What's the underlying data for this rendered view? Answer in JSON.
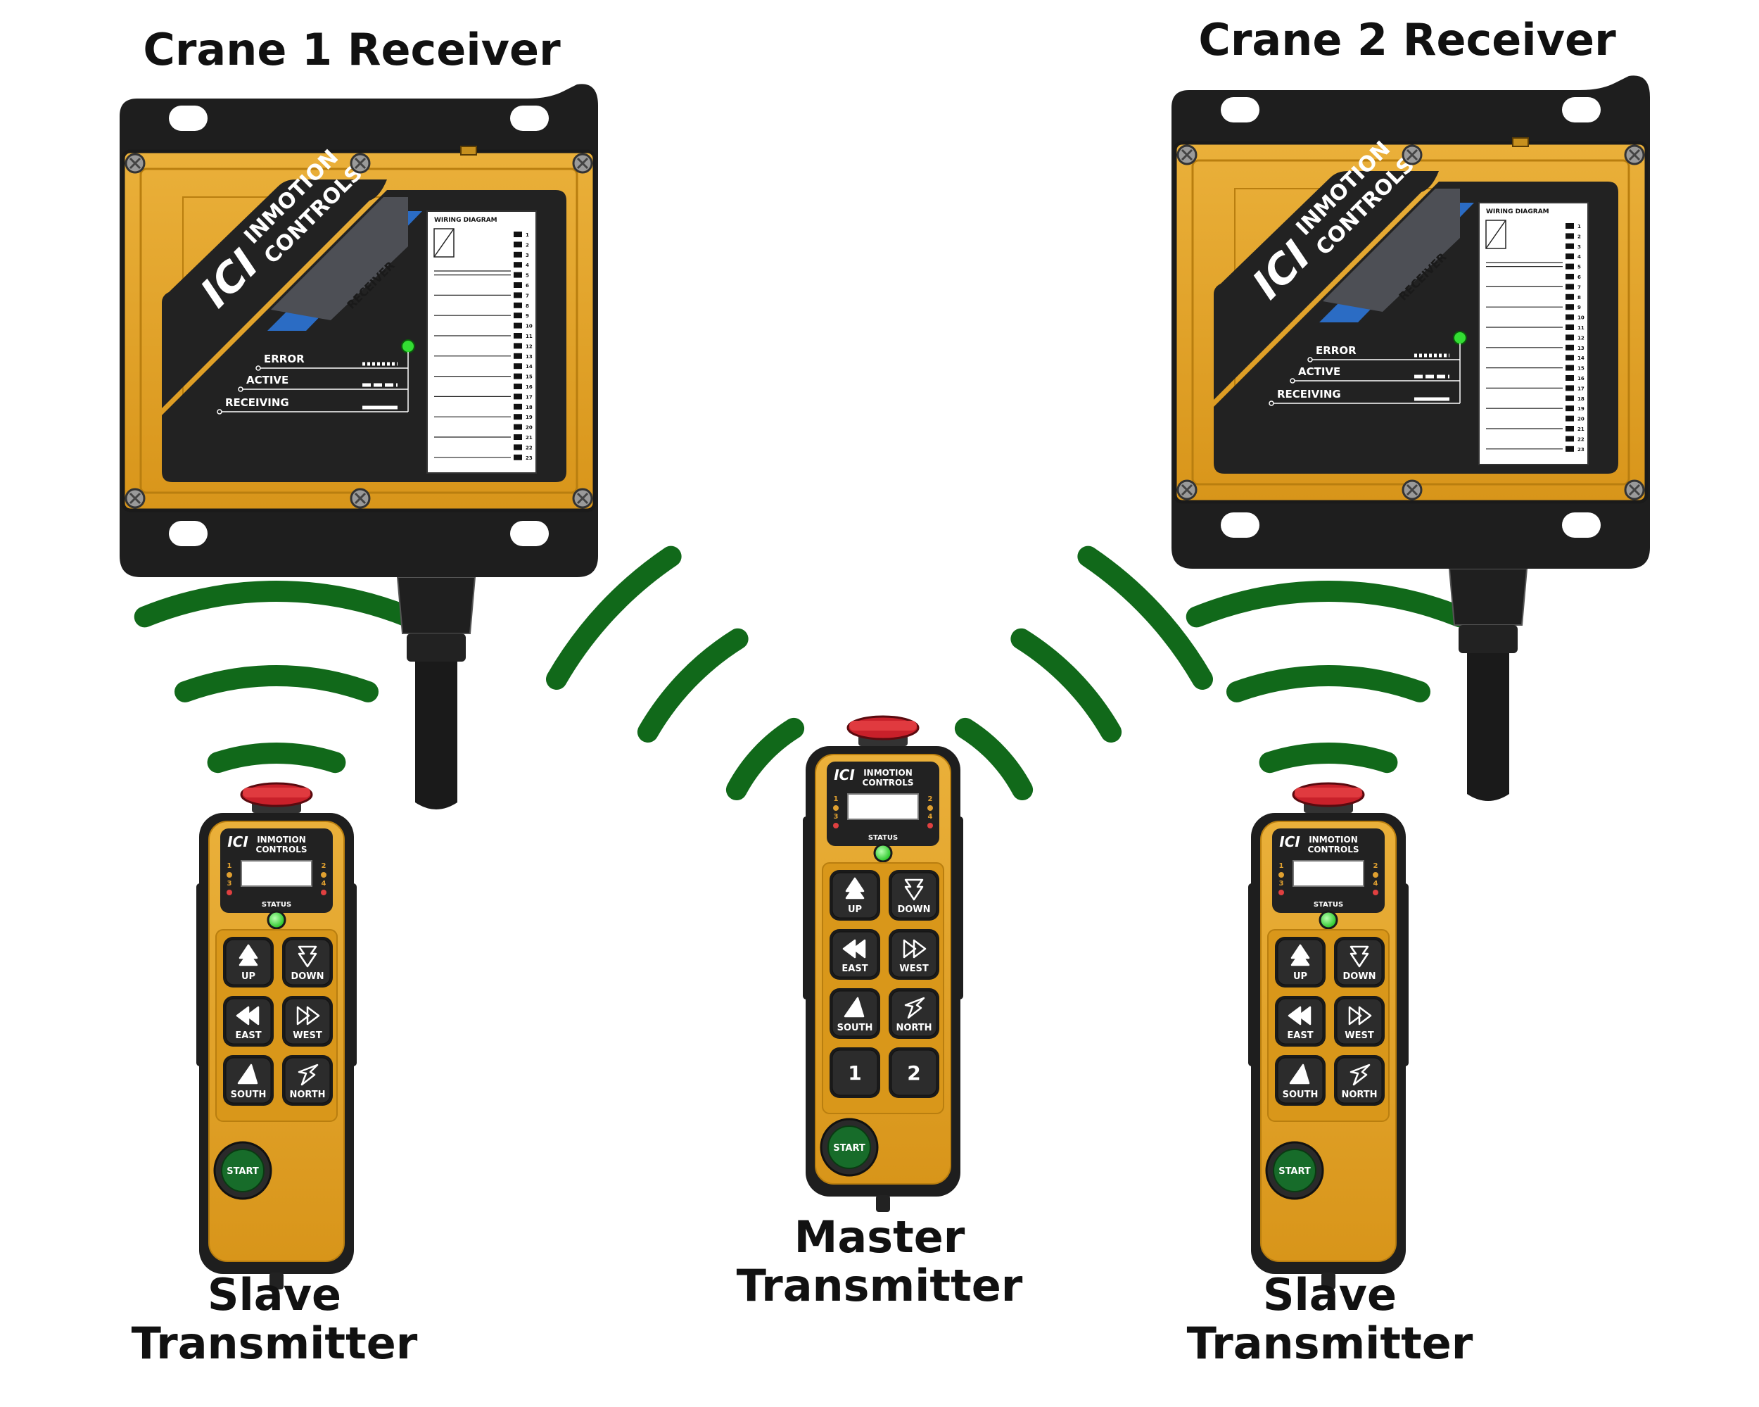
{
  "captions": {
    "receiver1": "Crane 1 Receiver",
    "receiver2": "Crane 2 Receiver",
    "slave_left": [
      "Slave",
      "Transmitter"
    ],
    "master": [
      "Master",
      "Transmitter"
    ],
    "slave_right": [
      "Slave",
      "Transmitter"
    ]
  },
  "receiver": {
    "brand_line1": "INMOTION",
    "brand_line2": "CONTROLS",
    "logo": "ICI",
    "type_label": "RECEIVER",
    "wiring_title": "WIRING DIAGRAM",
    "terminals": [
      "1",
      "2",
      "3",
      "4",
      "5",
      "6",
      "7",
      "8",
      "9",
      "10",
      "11",
      "12",
      "13",
      "14",
      "15",
      "16",
      "17",
      "18",
      "19",
      "20",
      "21",
      "22",
      "23"
    ],
    "leds": [
      {
        "label": "ERROR",
        "pattern": "dots"
      },
      {
        "label": "ACTIVE",
        "pattern": "dashes"
      },
      {
        "label": "RECEIVING",
        "pattern": "solid"
      }
    ]
  },
  "transmitter": {
    "brand_line1": "INMOTION",
    "brand_line2": "CONTROLS",
    "status_label": "STATUS",
    "start_label": "START",
    "indicator_numbers": [
      "1",
      "2",
      "3",
      "4"
    ],
    "buttons": [
      "UP",
      "DOWN",
      "EAST",
      "WEST",
      "SOUTH",
      "NORTH"
    ],
    "master_extra_buttons": [
      "1",
      "2"
    ]
  },
  "colors": {
    "housing": "#e4a21c",
    "housing_dark": "#b97e0f",
    "frame": "#1e1e1e",
    "panel": "#222222",
    "signal": "#11691a",
    "led_green": "#33dd33",
    "accent_blue": "#2b6cc4",
    "estop_red": "#c8202a",
    "start_green": "#176c2a"
  },
  "icons": [
    "up-arrow-icon",
    "down-arrow-icon",
    "east-arrow-icon",
    "west-arrow-icon",
    "south-arrow-icon",
    "north-arrow-icon",
    "emergency-stop-icon",
    "status-led-icon",
    "signal-wave-icon"
  ]
}
